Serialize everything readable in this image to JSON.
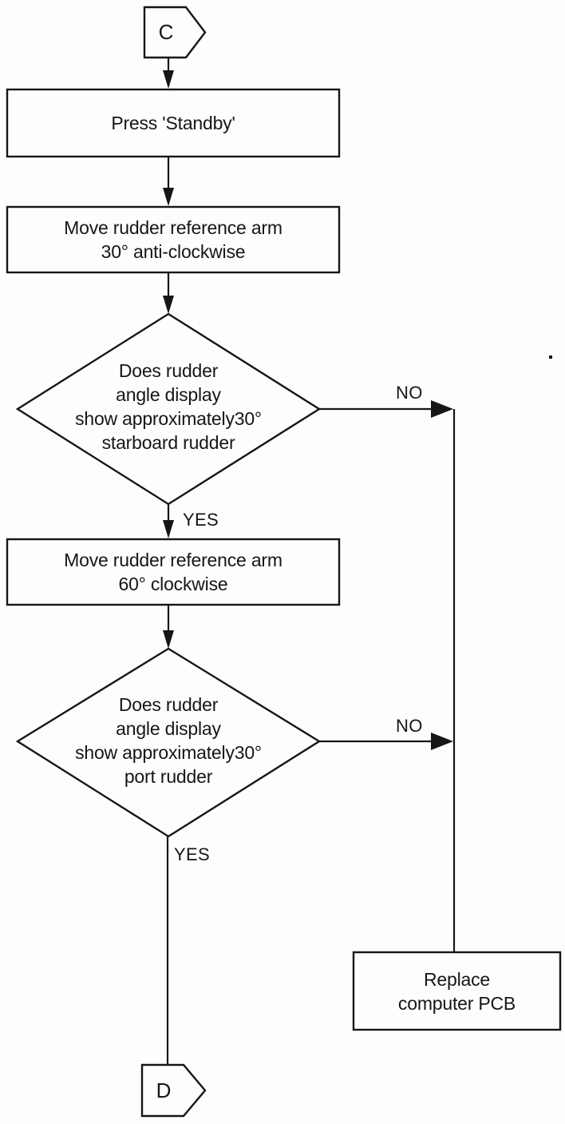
{
  "colors": {
    "ink": "#161616",
    "paper": "#fdfdfd"
  },
  "connectors": {
    "top": {
      "label": "C"
    },
    "bottom": {
      "label": "D"
    }
  },
  "nodes": {
    "process_press_standby": {
      "lines": [
        "Press 'Standby'"
      ]
    },
    "process_move_30": {
      "lines": [
        "Move rudder reference arm",
        "30° anti-clockwise"
      ]
    },
    "decision_starboard": {
      "lines": [
        "Does rudder",
        "angle display",
        "show approximately30°",
        "starboard rudder"
      ]
    },
    "process_move_60": {
      "lines": [
        "Move rudder reference arm",
        "60° clockwise"
      ]
    },
    "decision_port": {
      "lines": [
        "Does rudder",
        "angle display",
        "show approximately30°",
        "port rudder"
      ]
    },
    "process_replace_pcb": {
      "lines": [
        "Replace",
        "computer PCB"
      ]
    }
  },
  "branch_labels": {
    "decision1_no": "NO",
    "decision1_yes": "YES",
    "decision2_no": "NO",
    "decision2_yes": "YES"
  }
}
